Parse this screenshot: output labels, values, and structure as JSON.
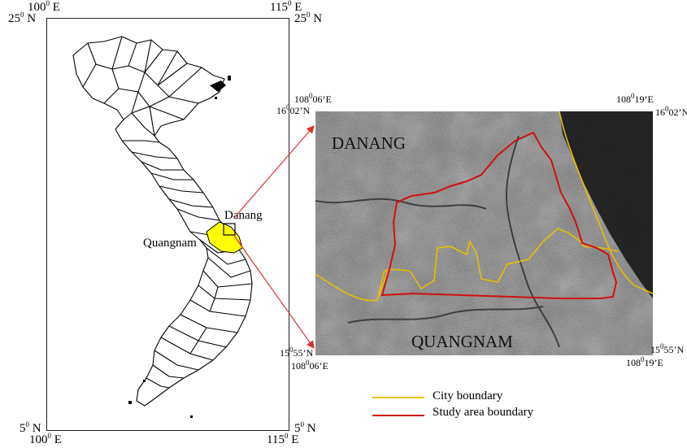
{
  "overview": {
    "corner_top_left_lon": "100",
    "corner_top_right_lon": "115",
    "corner_top_left_lat": "25",
    "corner_top_right_lat": "25",
    "corner_bottom_left_lat": "5",
    "corner_bottom_right_lat": "5",
    "corner_bottom_left_lon": "100",
    "corner_bottom_right_lon": "115",
    "deg_symbol": "0",
    "east": "E",
    "north": "N",
    "label_danang": "Danang",
    "label_quangnam": "Quangnam",
    "province_color": "#FFFF00"
  },
  "inset": {
    "coord_top_left_lon": "108",
    "coord_top_left_lon_min": "06’E",
    "coord_top_left_lat": "16",
    "coord_top_left_lat_min": "02’N",
    "coord_top_right_lon": "108",
    "coord_top_right_lon_min": "19’E",
    "coord_top_right_lat": "16",
    "coord_top_right_lat_min": "02’N",
    "coord_bottom_left_lat": "15",
    "coord_bottom_left_lat_min": "55’N",
    "coord_bottom_left_lon": "108",
    "coord_bottom_left_lon_min": "06’E",
    "coord_bottom_right_lat": "15",
    "coord_bottom_right_lat_min": "55’N",
    "coord_bottom_right_lon": "108",
    "coord_bottom_right_lon_min": "19’E",
    "label_danang": "DANANG",
    "label_quangnam": "QUANGNAM"
  },
  "legend": {
    "items": [
      {
        "label": "City boundary",
        "color": "#E8C000"
      },
      {
        "label": "Study area boundary",
        "color": "#D01010"
      }
    ]
  },
  "colors": {
    "arrow": "#E03030",
    "city_boundary": "#E8C000",
    "study_boundary": "#D01010"
  }
}
